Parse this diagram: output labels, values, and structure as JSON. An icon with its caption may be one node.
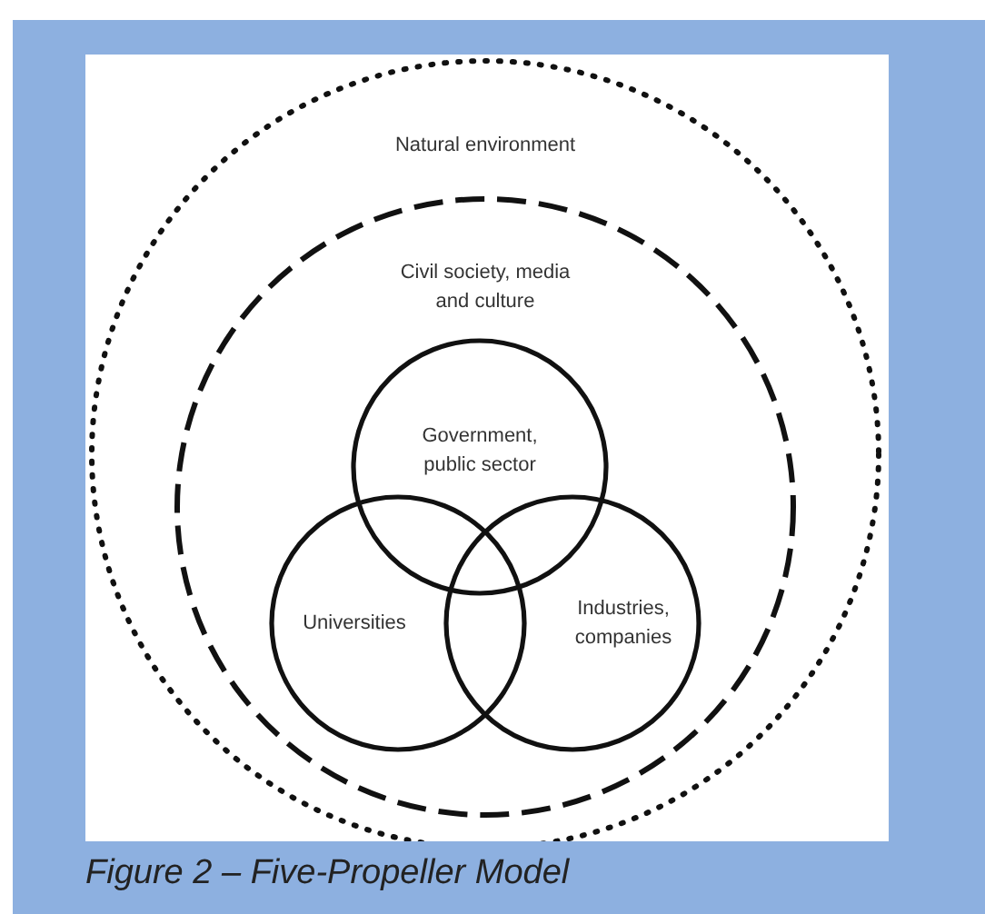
{
  "diagram": {
    "caption": "Figure 2 – Five-Propeller Model",
    "nodes": [
      {
        "text": [
          "Natural environment"
        ]
      },
      {
        "text": [
          "Civil society, media and culture"
        ],
        "in": 0
      },
      {
        "text": [
          "Government, public sector"
        ],
        "in": 1
      },
      {
        "text": [
          "Universities"
        ],
        "in": 1
      },
      {
        "text": [
          "Industries, companies"
        ],
        "in": 1
      }
    ]
  }
}
